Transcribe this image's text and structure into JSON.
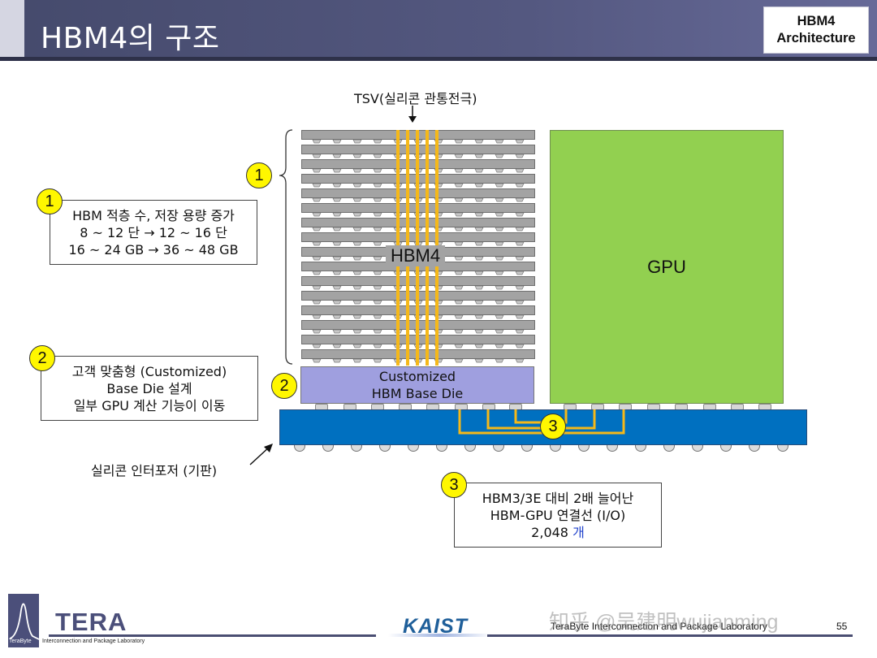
{
  "header": {
    "title": "HBM4의 구조",
    "badge_line1": "HBM4",
    "badge_line2": "Architecture",
    "colors": {
      "bar": "#545880",
      "rule": "#2e3149"
    }
  },
  "diagram": {
    "tsv_label": "TSV(실리콘 관통전극)",
    "hbm_label": "HBM4",
    "gpu_label": "GPU",
    "base_die_line1": "Customized",
    "base_die_line2": "HBM Base Die",
    "interposer_label": "실리콘 인터포저 (기판)",
    "stack_layers": 16,
    "markers": {
      "one": "1",
      "two": "2",
      "three": "3"
    },
    "colors": {
      "dram": "#a3a3a3",
      "tsv": "#f5b819",
      "base_die": "#9f9fdf",
      "gpu": "#92d050",
      "interposer": "#0070c0",
      "marker": "#fff700"
    }
  },
  "callouts": [
    {
      "number": "1",
      "lines": [
        "HBM 적층 수, 저장 용량 증가",
        "8 ~ 12 단 → 12 ~ 16 단",
        "16 ~ 24 GB → 36 ~ 48 GB"
      ]
    },
    {
      "number": "2",
      "lines": [
        "고객 맞춤형 (Customized)",
        "Base Die 설계",
        "일부 GPU 계산 기능이 이동"
      ]
    },
    {
      "number": "3",
      "lines": [
        "HBM3/3E 대비 2배 늘어난",
        "HBM-GPU 연결선 (I/O)",
        "2,048"
      ],
      "unit": "개"
    }
  ],
  "footer": {
    "logo_left": "TERA",
    "logo_left_sub_a": "TeraByte",
    "logo_left_sub_b": "Interconnection and Package Laboratory",
    "logo_center": "KAIST",
    "lab_name": "TeraByte Interconnection and Package Laboratory",
    "page_number": "55",
    "watermark": "知乎 @吴建明wujianming"
  }
}
